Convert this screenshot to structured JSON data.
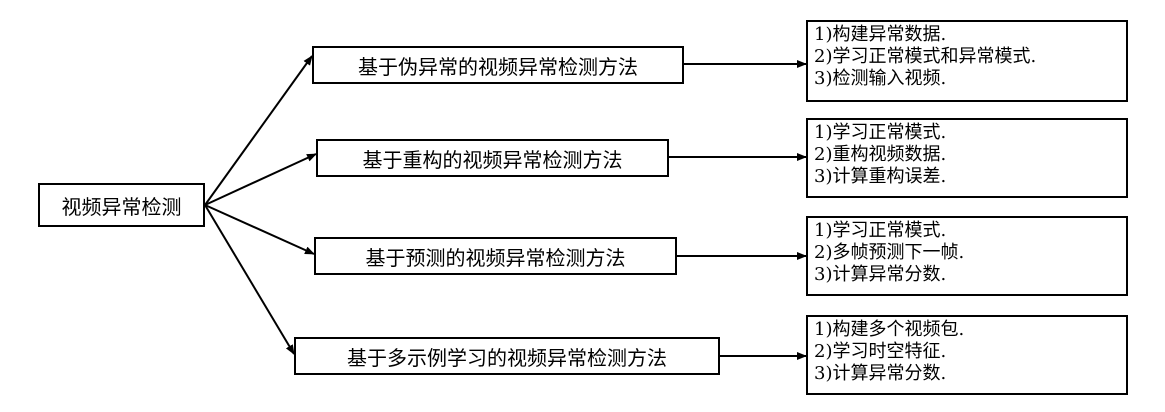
{
  "root": {
    "label": "视频异常检测"
  },
  "methods": [
    {
      "label": "基于伪异常的视频异常检测方法",
      "steps": [
        "1)构建异常数据.",
        "2)学习正常模式和异常模式.",
        "3)检测输入视频."
      ]
    },
    {
      "label": "基于重构的视频异常检测方法",
      "steps": [
        "1)学习正常模式.",
        "2)重构视频数据.",
        "3)计算重构误差."
      ]
    },
    {
      "label": "基于预测的视频异常检测方法",
      "steps": [
        "1)学习正常模式.",
        "2)多帧预测下一帧.",
        "3)计算异常分数."
      ]
    },
    {
      "label": "基于多示例学习的视频异常检测方法",
      "steps": [
        "1)构建多个视频包.",
        "2)学习时空特征.",
        "3)计算异常分数."
      ]
    }
  ],
  "colors": {
    "line": "#000000",
    "background": "#ffffff"
  }
}
